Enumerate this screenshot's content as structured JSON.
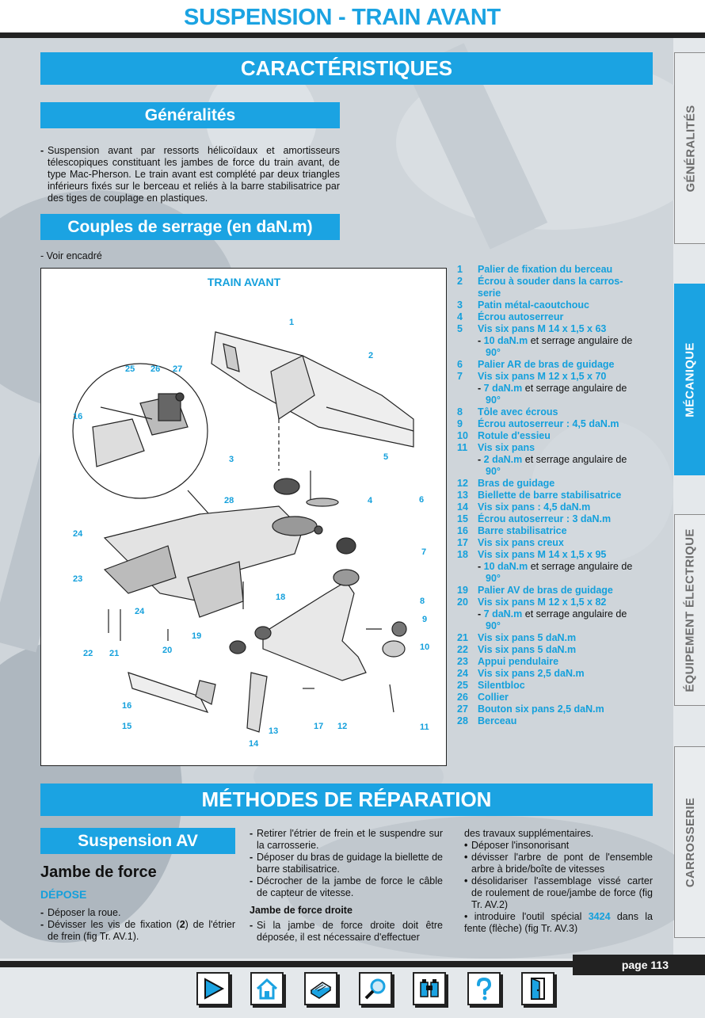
{
  "header": {
    "title": "SUSPENSION - TRAIN AVANT"
  },
  "banners": {
    "caracteristiques": "CARACTÉRISTIQUES",
    "generalites": "Généralités",
    "couples": "Couples de serrage (en daN.m)",
    "methodes": "MÉTHODES DE RÉPARATION",
    "suspension_av": "Suspension AV"
  },
  "generalites_text": "Suspension avant par ressorts hélicoïdaux et amortisseurs télescopiques constituant les jambes de force du train avant, de type Mac-Pherson. Le train avant est complété par deux triangles inférieurs fixés sur le berceau et reliés à la barre stabilisatrice par des tiges de couplage en plastiques.",
  "couples_text": "- Voir encadré",
  "figure": {
    "title": "TRAIN AVANT",
    "callouts": [
      "1",
      "2",
      "3",
      "4",
      "5",
      "6",
      "7",
      "8",
      "9",
      "10",
      "11",
      "12",
      "13",
      "14",
      "15",
      "16",
      "16",
      "17",
      "18",
      "19",
      "20",
      "21",
      "22",
      "23",
      "24",
      "24",
      "25",
      "26",
      "27",
      "28"
    ]
  },
  "legend": [
    {
      "n": "1",
      "label": "Palier de fixation du berceau"
    },
    {
      "n": "2",
      "label": "Écrou à souder dans la carros-",
      "cont": "serie"
    },
    {
      "n": "3",
      "label": "Patin métal-caoutchouc"
    },
    {
      "n": "4",
      "label": "Écrou autoserreur"
    },
    {
      "n": "5",
      "label": "Vis six pans M 14 x 1,5 x 63",
      "sub_val": "10 daN.m",
      "sub_rest": " et serrage angulaire de",
      "sub_cont": "90°"
    },
    {
      "n": "6",
      "label": "Palier AR de bras de guidage"
    },
    {
      "n": "7",
      "label": "Vis six pans M 12 x 1,5 x 70",
      "sub_val": "7 daN.m",
      "sub_rest": " et serrage angulaire de",
      "sub_cont": "90°"
    },
    {
      "n": "8",
      "label": "Tôle avec écrous"
    },
    {
      "n": "9",
      "label": "Écrou autoserreur : 4,5 daN.m"
    },
    {
      "n": "10",
      "label": "Rotule d'essieu"
    },
    {
      "n": "11",
      "label": "Vis six pans",
      "sub_val": "2 daN.m",
      "sub_rest": " et serrage angulaire de",
      "sub_cont": "90°"
    },
    {
      "n": "12",
      "label": "Bras de guidage"
    },
    {
      "n": "13",
      "label": "Biellette de barre stabilisatrice"
    },
    {
      "n": "14",
      "label": "Vis six pans : 4,5 daN.m"
    },
    {
      "n": "15",
      "label": "Écrou autoserreur : 3 daN.m"
    },
    {
      "n": "16",
      "label": "Barre stabilisatrice"
    },
    {
      "n": "17",
      "label": "Vis six pans creux"
    },
    {
      "n": "18",
      "label": "Vis six pans M 14 x 1,5 x 95",
      "sub_val": "10 daN.m",
      "sub_rest": " et serrage angulaire de",
      "sub_cont": "90°"
    },
    {
      "n": "19",
      "label": "Palier AV de bras de guidage"
    },
    {
      "n": "20",
      "label": "Vis six pans M 12 x 1,5 x 82",
      "sub_val": "7 daN.m",
      "sub_rest": " et serrage angulaire de",
      "sub_cont": "90°"
    },
    {
      "n": "21",
      "label": "Vis six pans 5 daN.m"
    },
    {
      "n": "22",
      "label": "Vis six pans 5 daN.m"
    },
    {
      "n": "23",
      "label": "Appui pendulaire"
    },
    {
      "n": "24",
      "label": "Vis six pans 2,5 daN.m"
    },
    {
      "n": "25",
      "label": "Silentbloc"
    },
    {
      "n": "26",
      "label": "Collier"
    },
    {
      "n": "27",
      "label": "Bouton six pans 2,5 daN.m"
    },
    {
      "n": "28",
      "label": "Berceau"
    }
  ],
  "col1": {
    "heading": "Jambe de force",
    "subheading": "DÉPOSE",
    "items": [
      {
        "pre": "Déposer la roue.",
        "bold": "",
        "post": ""
      },
      {
        "pre": "Dévisser les vis de fixation (",
        "bold": "2",
        "post": ") de l'étrier de frein (fig Tr. AV.1)."
      }
    ]
  },
  "col2": {
    "items": [
      "Retirer l'étrier de frein et le suspendre sur la carrosserie.",
      "Déposer du bras de guidage la biellette de barre stabilisatrice.",
      "Décrocher de la jambe de force le câble de capteur de vitesse."
    ],
    "subheading": "Jambe de force droite",
    "item2": "Si la jambe de force droite doit être déposée, il est nécessaire d'effectuer"
  },
  "col3": {
    "intro": "des travaux supplémentaires.",
    "bullets": [
      "Déposer l'insonorisant",
      "dévisser l'arbre de pont de l'ensemble arbre à bride/boîte de vitesses",
      "désolidariser l'assemblage vissé carter de roulement de roue/jambe de force (fig Tr. AV.2)"
    ],
    "last_pre": "introduire l'outil spécial ",
    "last_bold": "3424",
    "last_post": " dans la fente (flèche) (fig Tr. AV.3)"
  },
  "tabs": [
    "GÉNÉRALITÉS",
    "MÉCANIQUE",
    "ÉQUIPEMENT ÉLECTRIQUE",
    "CARROSSERIE"
  ],
  "footer": {
    "page": "page 113"
  },
  "nav_icons": [
    "next-arrow-icon",
    "home-icon",
    "printer-icon",
    "search-magnifier-icon",
    "binoculars-icon",
    "help-question-icon",
    "exit-door-icon"
  ],
  "colors": {
    "accent": "#1ba3e2",
    "text_accent": "#14a0dc",
    "bar": "#222222"
  }
}
